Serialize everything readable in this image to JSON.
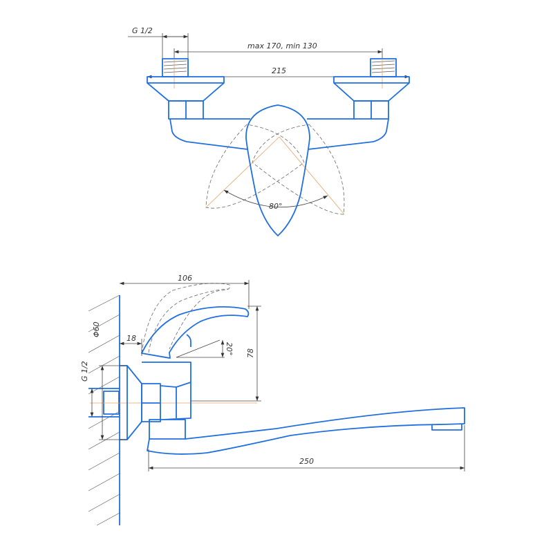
{
  "top_view": {
    "thread_label": "G 1/2",
    "spacing_label": "max 170, min 130",
    "width_label": "215",
    "angle_label": "80°"
  },
  "side_view": {
    "depth_label": "106",
    "diameter_label": "Φ60",
    "offset_label": "18",
    "tilt_label": "20°",
    "height_label": "78",
    "thread_label": "G 1/2",
    "spout_label": "250"
  },
  "colors": {
    "outline": "#1f6fe0",
    "dimension": "#444444",
    "centerline": "#e8a060"
  }
}
